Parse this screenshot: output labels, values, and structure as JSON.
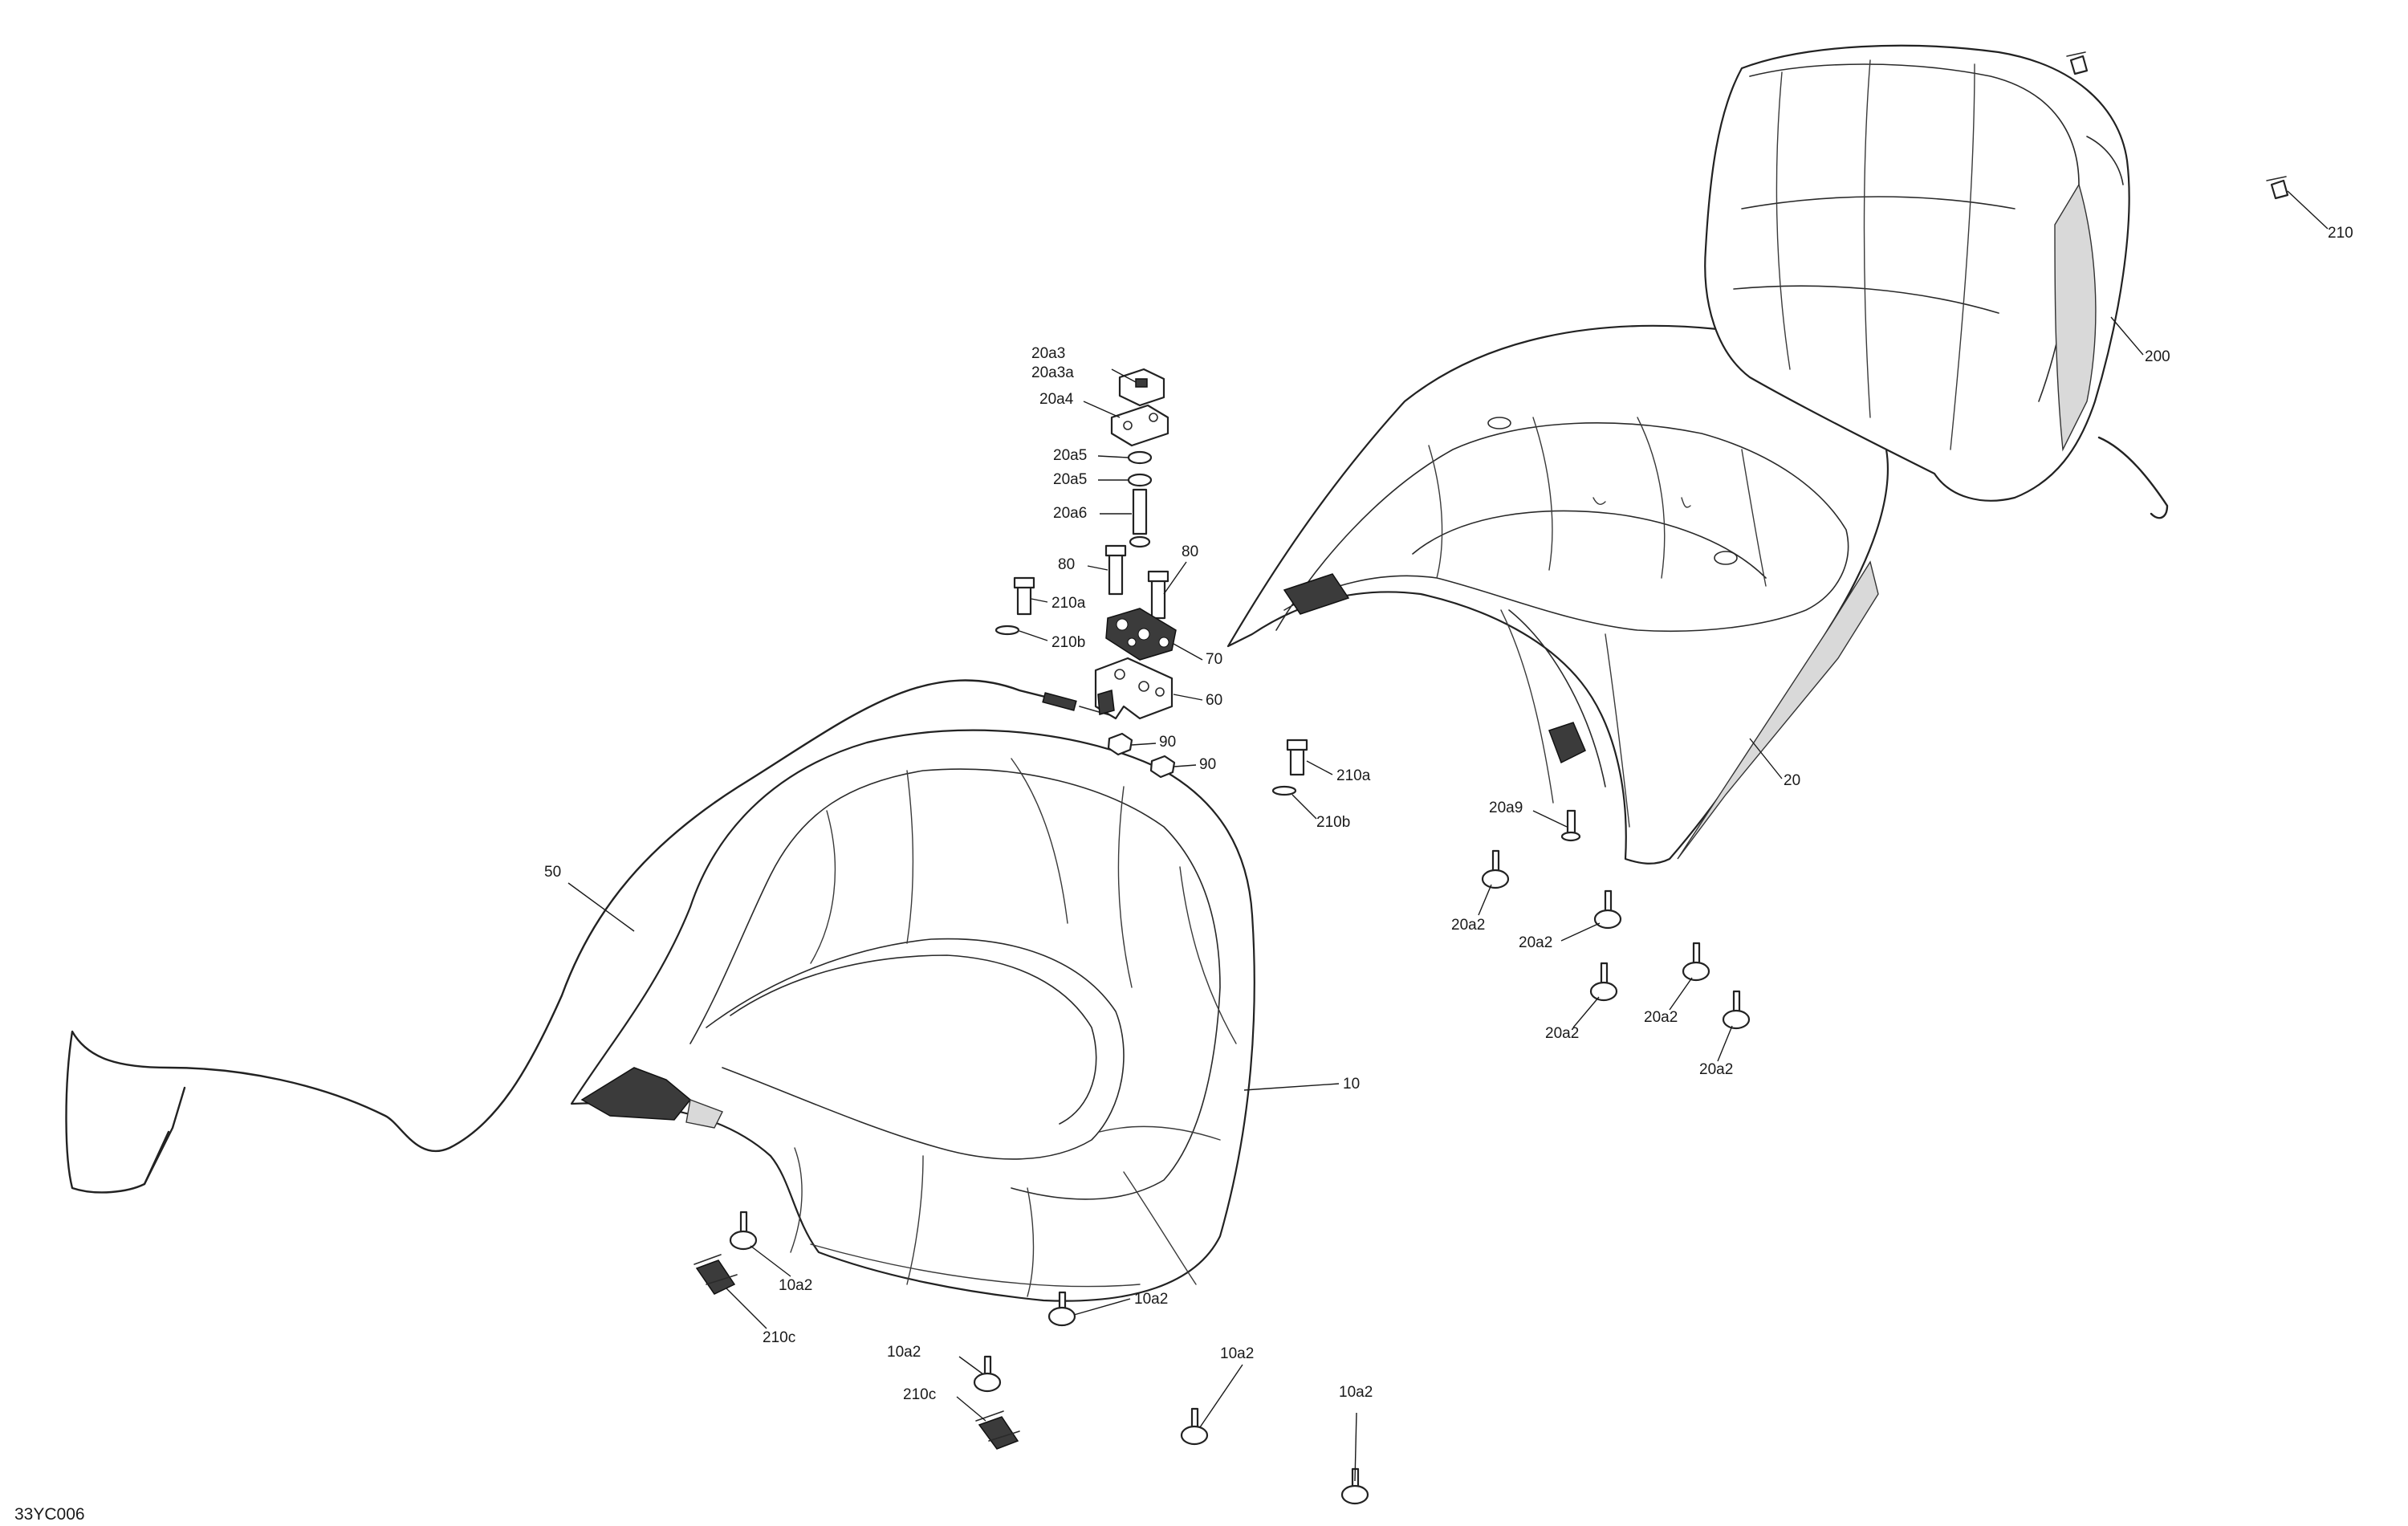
{
  "diagram": {
    "code": "33YC006",
    "callouts": [
      "20a3",
      "20a3a",
      "20a4",
      "20a5",
      "20a5",
      "20a6",
      "80",
      "80",
      "210a",
      "210b",
      "70",
      "60",
      "90",
      "90",
      "210a",
      "210b",
      "210",
      "200",
      "20",
      "20a9",
      "20a2",
      "20a2",
      "20a2",
      "20a2",
      "20a2",
      "50",
      "10",
      "10a2",
      "210c",
      "10a2",
      "10a2",
      "10a2",
      "210c",
      "10a2"
    ]
  }
}
